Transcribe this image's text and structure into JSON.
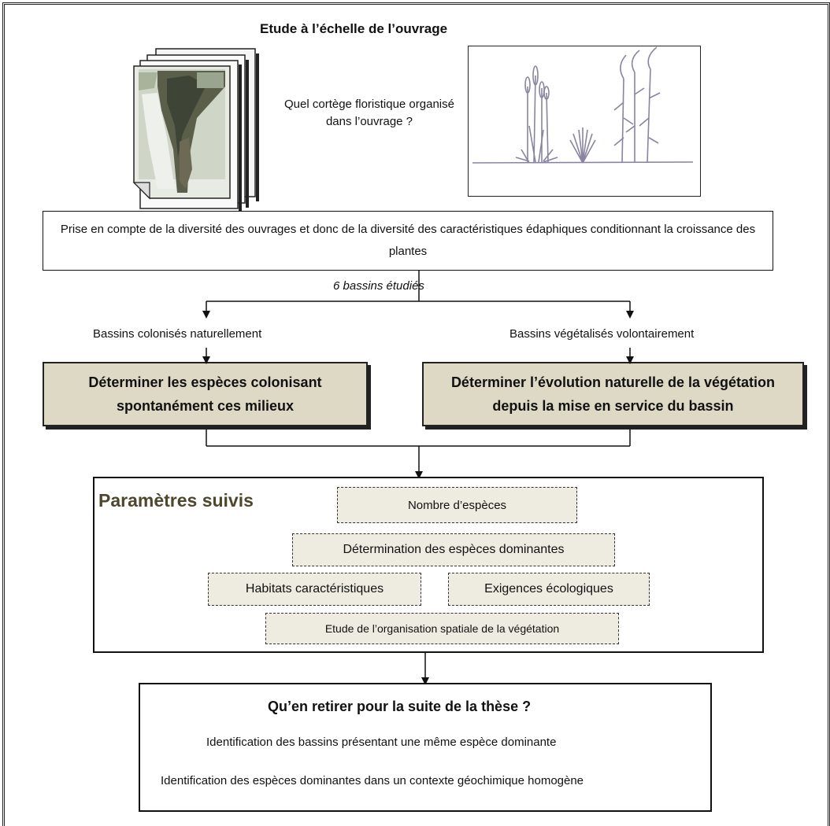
{
  "title": "Etude à l’échelle de l’ouvrage",
  "question": "Quel cortège floristique organisé dans l’ouvrage ?",
  "prise_box": "Prise en compte de la diversité des ouvrages et donc de la diversité des caractéristiques édaphiques conditionnant la croissance des plantes",
  "bassins_label": "6 bassins étudiés",
  "branch_left_label": "Bassins colonisés naturellement",
  "branch_right_label": "Bassins végétalisés volontairement",
  "left_box": "Déterminer les espèces colonisant spontanément ces milieux",
  "right_box": "Déterminer l’évolution naturelle de la végétation depuis la mise en service du bassin",
  "params": {
    "title": "Paramètres suivis",
    "items": [
      "Nombre d’espèces",
      "Détermination des espèces dominantes",
      "Habitats caractéristiques",
      "Exigences écologiques",
      "Etude de l’organisation spatiale de la végétation"
    ]
  },
  "final": {
    "title": "Qu’en retirer  pour la suite de la thèse ?",
    "line1": "Identification des bassins présentant une même espèce dominante",
    "line2": "Identification des espèces dominantes dans un contexte géochimique homogène"
  },
  "colors": {
    "tan_fill": "#ddd9c4",
    "dashed_fill": "#eeece1",
    "params_title": "#4e472c"
  }
}
